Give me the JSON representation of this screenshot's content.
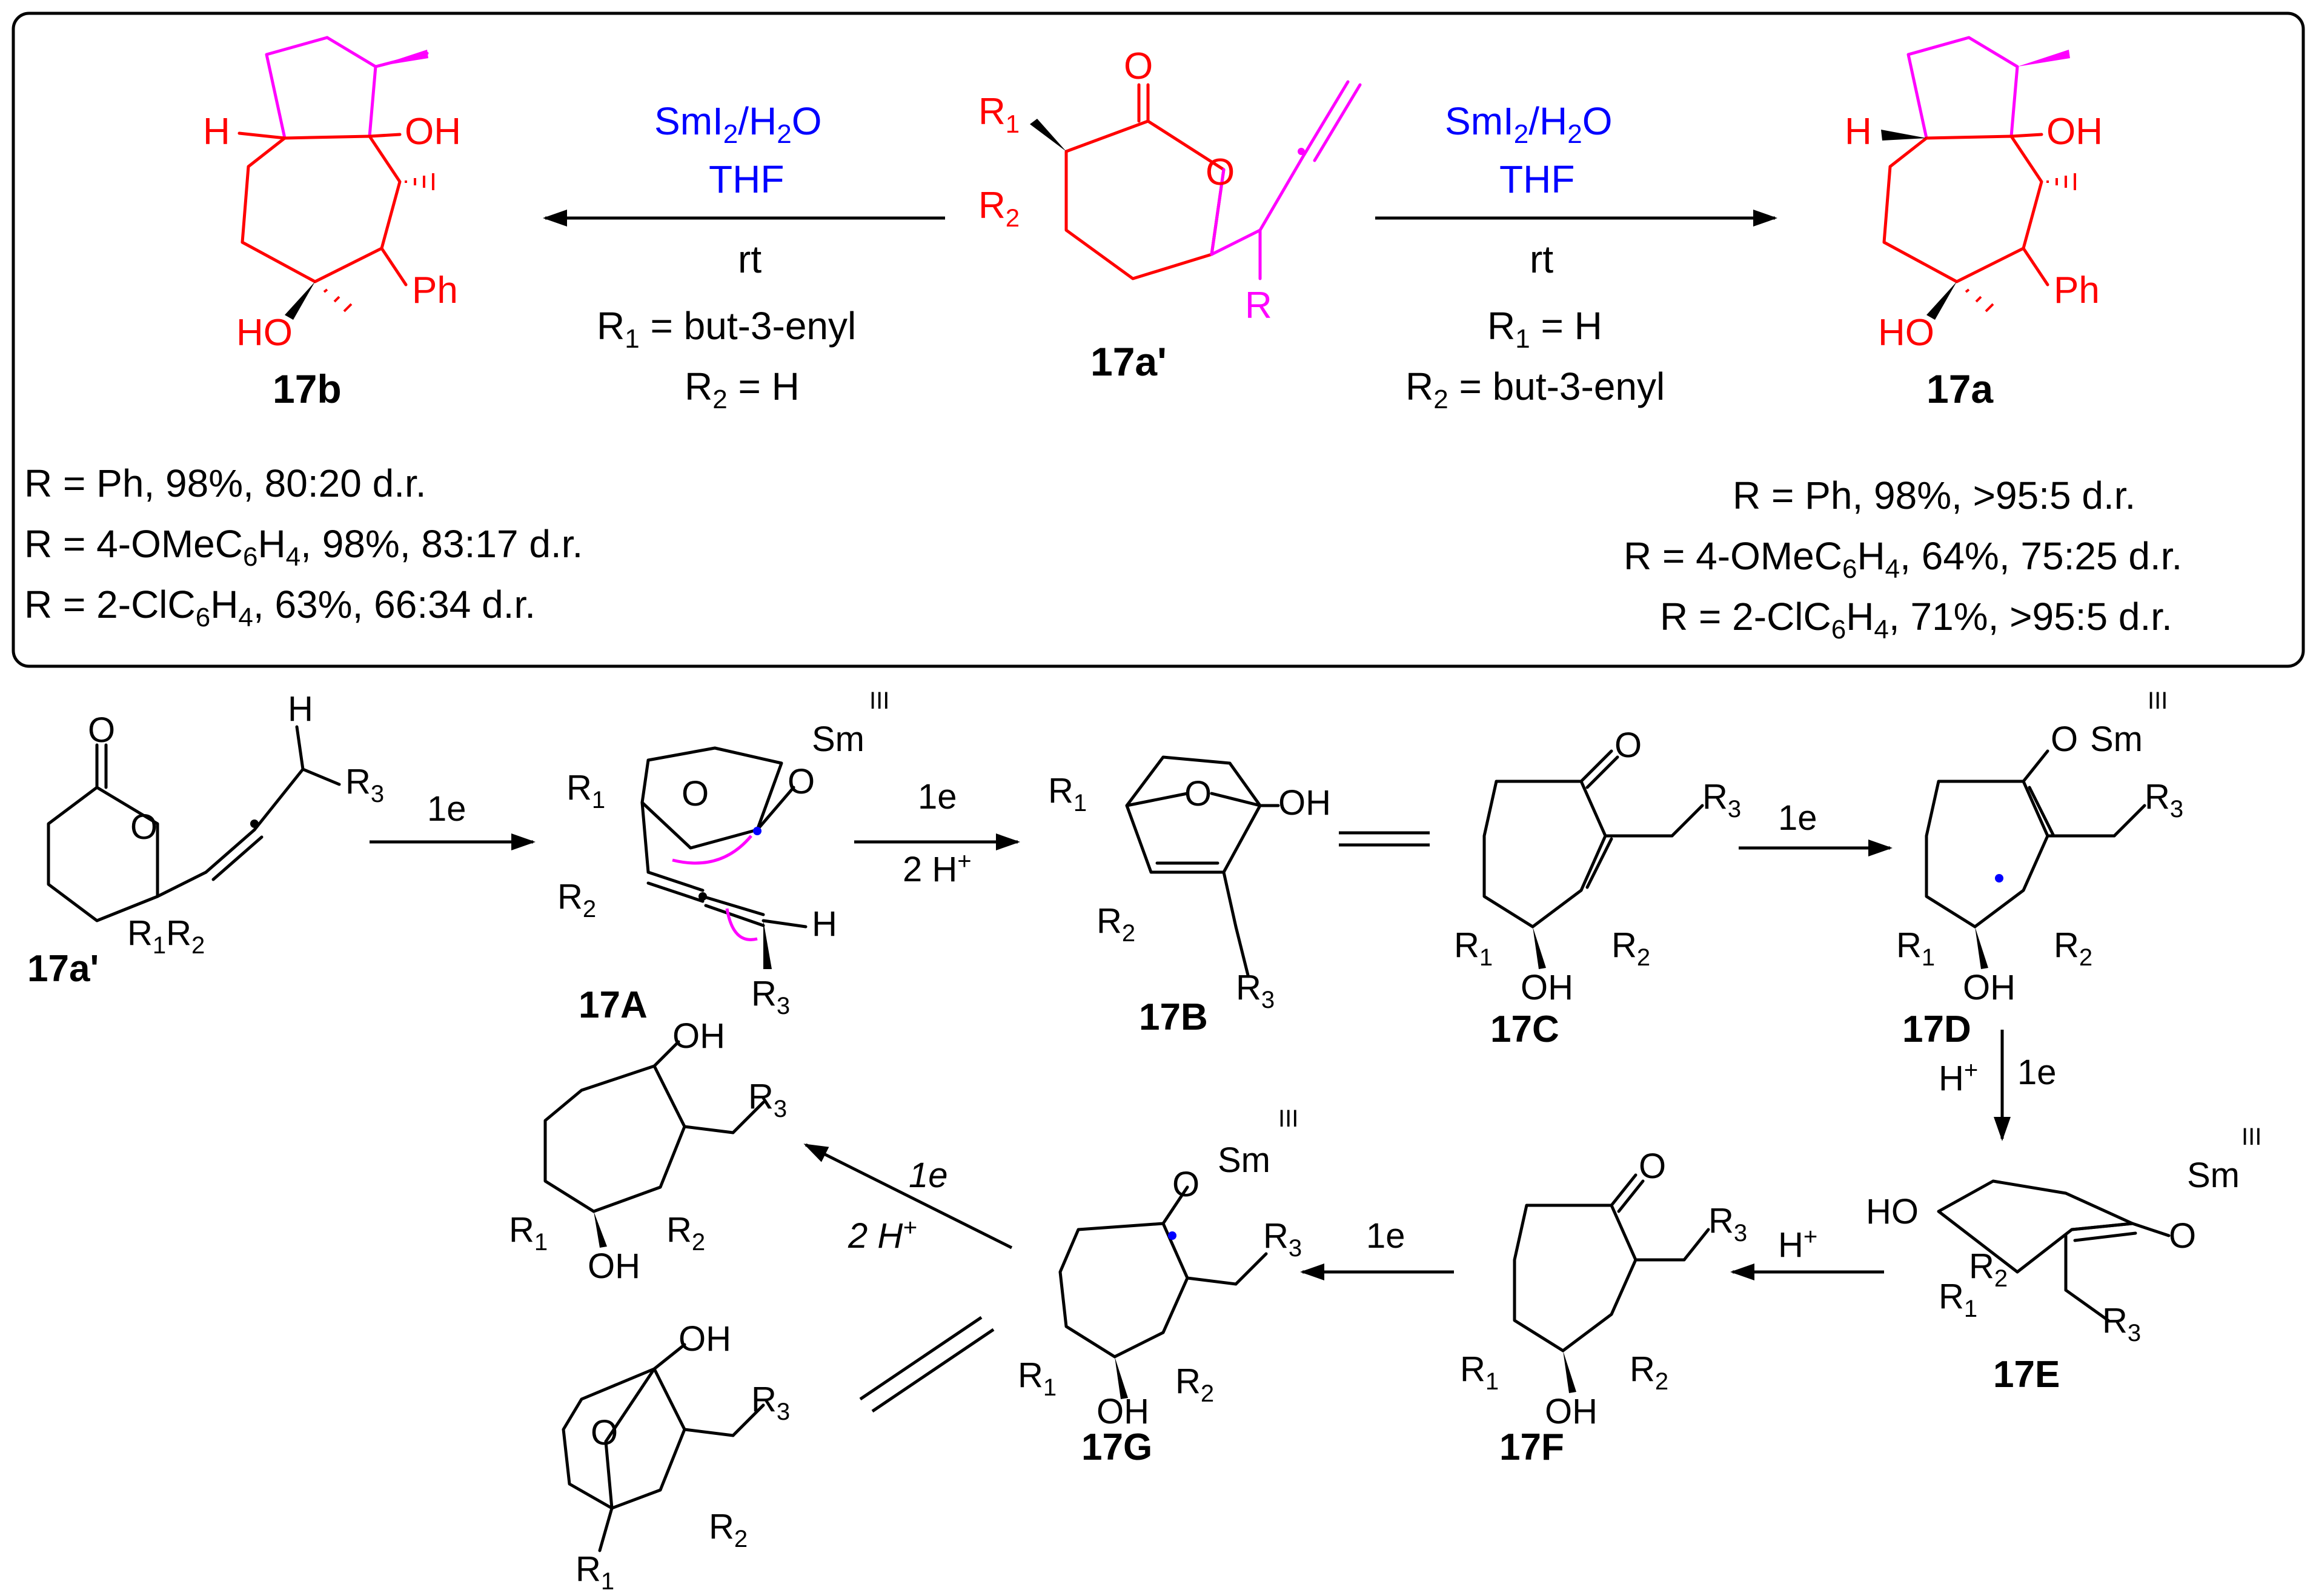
{
  "colors": {
    "red": "#ff0000",
    "magenta": "#ff00ff",
    "blue": "#0000ff",
    "black": "#000000"
  },
  "top": {
    "reagent_left_line1": "SmI",
    "reagent_sub2": "2",
    "reagent_left_line1b": "/H",
    "reagent_left_line1c": "O",
    "solvent": "THF",
    "temp": "rt",
    "left_cond_r1": "R",
    "left_cond_r1_sub": "1",
    "left_cond_r1_val": " = but-3-enyl",
    "left_cond_r2": "R",
    "left_cond_r2_sub": "2",
    "left_cond_r2_val": " = H",
    "right_cond_r1_val": " = H",
    "right_cond_r2_val": " = but-3-enyl",
    "label_17b": "17b",
    "label_17a": "17a",
    "label_17ap": "17a'",
    "atom_H": "H",
    "atom_OH": "OH",
    "atom_HO": "HO",
    "atom_Ph": "Ph",
    "atom_O": "O",
    "atom_R": "R",
    "left_results": [
      {
        "pre": "R = Ph, 98%, 80:20 d.r.",
        "sub": "",
        "post": ""
      },
      {
        "pre": "R = 4-OMeC",
        "sub": "6",
        "mid": "H",
        "sub2": "4",
        "post": ", 98%, 83:17 d.r."
      },
      {
        "pre": "R = 2-ClC",
        "sub": "6",
        "mid": "H",
        "sub2": "4",
        "post": ", 63%, 66:34 d.r."
      }
    ],
    "right_results": [
      {
        "pre": "R = Ph, 98%, >95:5 d.r.",
        "sub": "",
        "post": ""
      },
      {
        "pre": "R = 4-OMeC",
        "sub": "6",
        "mid": "H",
        "sub2": "4",
        "post": ", 64%, 75:25 d.r."
      },
      {
        "pre": "R = 2-ClC",
        "sub": "6",
        "mid": "H",
        "sub2": "4",
        "post": ", 71%, >95:5 d.r."
      }
    ]
  },
  "mechanism": {
    "labels": [
      "17a'",
      "17A",
      "17B",
      "17C",
      "17D",
      "17E",
      "17F",
      "17G"
    ],
    "step_1e": "1e",
    "step_2H": "2 H",
    "step_Hplus": "H",
    "plus": "+",
    "sm": "Sm",
    "sm_ox": "III"
  }
}
